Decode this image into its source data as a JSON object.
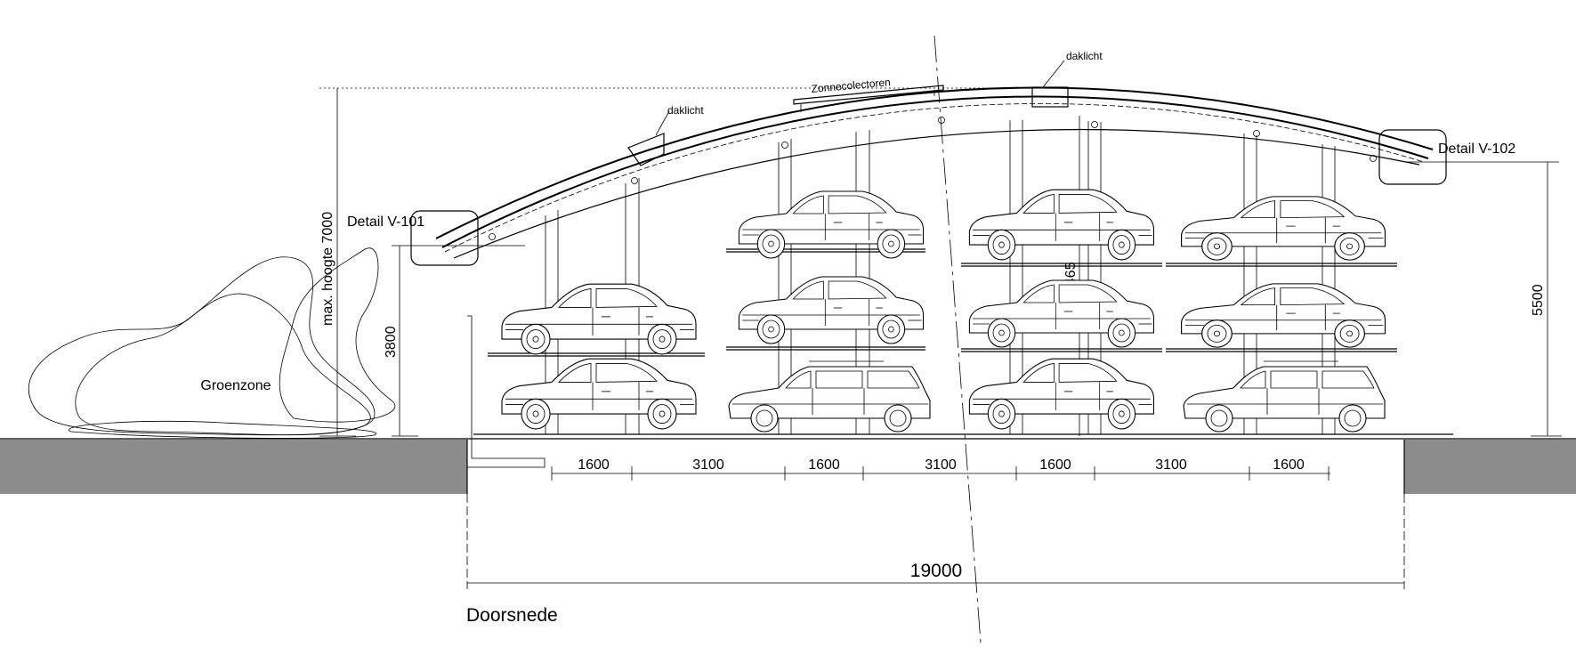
{
  "title": "Doorsnede",
  "labels": {
    "detail_left": "Detail V-101",
    "detail_right": "Detail V-102",
    "skylight_left": "daklicht",
    "skylight_top": "daklicht",
    "solar": "Zonnecolectoren",
    "green_zone": "Groenzone",
    "max_height": "max. hoogte  7000"
  },
  "dimensions": {
    "bays": [
      "1600",
      "3100",
      "1600",
      "3100",
      "1600",
      "3100",
      "1600"
    ],
    "total_width": "19000",
    "height_left": "3800",
    "height_right": "5500",
    "column_height": "6465"
  },
  "colors": {
    "ground": "#8c8c8c",
    "line": "#000000"
  }
}
